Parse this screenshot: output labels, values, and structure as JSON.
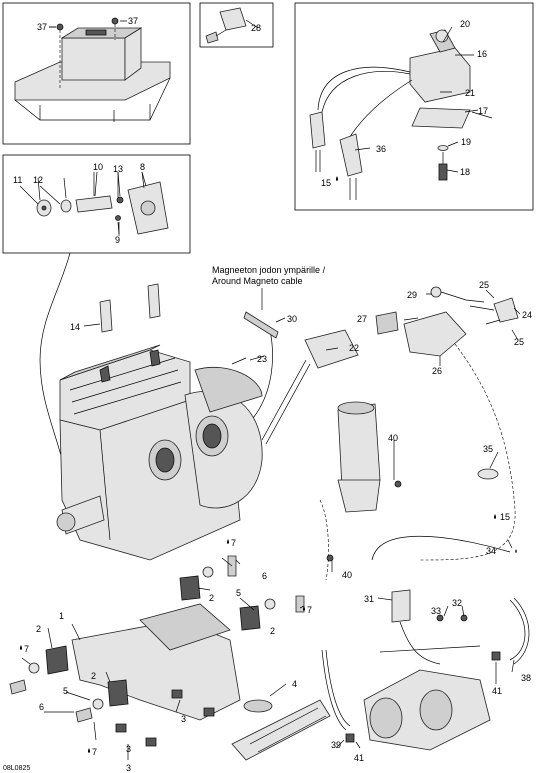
{
  "diagram": {
    "drawing_code": "08L0825",
    "cable_note_line1": "Magneeton jodon ympärille /",
    "cable_note_line2": "Around Magneto cable",
    "callouts": {
      "c1": "1",
      "c2a": "2",
      "c2b": "2",
      "c2c": "2",
      "c2d": "2",
      "c3a": "3",
      "c3b": "3",
      "c3c": "3",
      "c4": "4",
      "c5a": "5",
      "c5b": "5",
      "c6a": "6",
      "c6b": "6",
      "c7a": "7",
      "c7b": "7",
      "c7c": "7",
      "c7d": "7",
      "c8": "8",
      "c9": "9",
      "c10": "10",
      "c11": "11",
      "c12": "12",
      "c13": "13",
      "c14": "14",
      "c15a": "15",
      "c15b": "15",
      "c16": "16",
      "c17": "17",
      "c18": "18",
      "c19": "19",
      "c20": "20",
      "c21": "21",
      "c22": "22",
      "c23": "23",
      "c24": "24",
      "c25a": "25",
      "c25b": "25",
      "c26": "26",
      "c27": "27",
      "c28": "28",
      "c29": "29",
      "c30": "30",
      "c31": "31",
      "c32": "32",
      "c33": "33",
      "c34": "34",
      "c35": "35",
      "c36": "36",
      "c37a": "37",
      "c37b": "37",
      "c38": "38",
      "c39": "39",
      "c40a": "40",
      "c40b": "40",
      "c41a": "41",
      "c41b": "41"
    }
  }
}
